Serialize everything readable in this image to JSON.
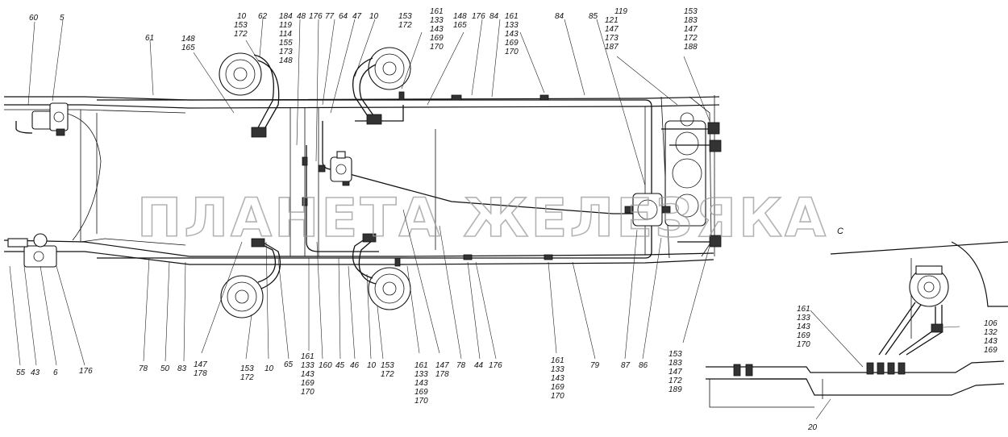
{
  "watermark": "ПЛАНЕТА ЖЕЛЕЗЯКА",
  "view_letter": "С",
  "labels_top": [
    {
      "id": "t60",
      "text": "60"
    },
    {
      "id": "t5",
      "text": "5"
    },
    {
      "id": "t61",
      "text": "61"
    },
    {
      "id": "t148a",
      "lines": [
        "148",
        "165"
      ]
    },
    {
      "id": "t10a",
      "lines": [
        "10",
        "153",
        "172"
      ]
    },
    {
      "id": "t62",
      "text": "62"
    },
    {
      "id": "t184",
      "lines": [
        "184",
        "119",
        "114",
        "155",
        "173",
        "148"
      ]
    },
    {
      "id": "t48",
      "text": "48"
    },
    {
      "id": "t176a",
      "text": "176"
    },
    {
      "id": "t77",
      "text": "77"
    },
    {
      "id": "t64",
      "text": "64"
    },
    {
      "id": "t47",
      "text": "47"
    },
    {
      "id": "t10b",
      "text": "10"
    },
    {
      "id": "t153a",
      "lines": [
        "153",
        "172"
      ]
    },
    {
      "id": "t161a",
      "lines": [
        "161",
        "133",
        "143",
        "169",
        "170"
      ]
    },
    {
      "id": "t148b",
      "lines": [
        "148",
        "165"
      ]
    },
    {
      "id": "t176b",
      "text": "176"
    },
    {
      "id": "t84a",
      "text": "84"
    },
    {
      "id": "t161b",
      "lines": [
        "161",
        "133",
        "143",
        "169",
        "170"
      ]
    },
    {
      "id": "t84b",
      "text": "84"
    },
    {
      "id": "t85",
      "text": "85"
    },
    {
      "id": "t119",
      "lines": [
        "119",
        "121",
        "147",
        "173",
        "187"
      ]
    },
    {
      "id": "t153b",
      "lines": [
        "153",
        "183",
        "147",
        "172",
        "188"
      ]
    }
  ],
  "labels_bottom": [
    {
      "id": "b55",
      "text": "55"
    },
    {
      "id": "b43",
      "text": "43"
    },
    {
      "id": "b6",
      "text": "6"
    },
    {
      "id": "b176a",
      "text": "176"
    },
    {
      "id": "b78a",
      "text": "78"
    },
    {
      "id": "b50",
      "text": "50"
    },
    {
      "id": "b83",
      "text": "83"
    },
    {
      "id": "b147a",
      "lines": [
        "147",
        "178"
      ]
    },
    {
      "id": "b153a",
      "lines": [
        "153",
        "172"
      ]
    },
    {
      "id": "b10a",
      "text": "10"
    },
    {
      "id": "b65",
      "text": "65"
    },
    {
      "id": "b161a",
      "lines": [
        "161",
        "133",
        "143",
        "169",
        "170"
      ]
    },
    {
      "id": "b160",
      "text": "160"
    },
    {
      "id": "b45",
      "text": "45"
    },
    {
      "id": "b46",
      "text": "46"
    },
    {
      "id": "b10b",
      "text": "10"
    },
    {
      "id": "b153b",
      "lines": [
        "153",
        "172"
      ]
    },
    {
      "id": "b161b",
      "lines": [
        "161",
        "133",
        "143",
        "169",
        "170"
      ]
    },
    {
      "id": "b147b",
      "lines": [
        "147",
        "178"
      ]
    },
    {
      "id": "b78b",
      "text": "78"
    },
    {
      "id": "b44",
      "text": "44"
    },
    {
      "id": "b176b",
      "text": "176"
    },
    {
      "id": "b161c",
      "lines": [
        "161",
        "133",
        "143",
        "169",
        "170"
      ]
    },
    {
      "id": "b79",
      "text": "79"
    },
    {
      "id": "b87",
      "text": "87"
    },
    {
      "id": "b86",
      "text": "86"
    },
    {
      "id": "b153c",
      "lines": [
        "153",
        "183",
        "147",
        "172",
        "189"
      ]
    }
  ],
  "labels_inset": [
    {
      "id": "i161",
      "lines": [
        "161",
        "133",
        "143",
        "169",
        "170"
      ]
    },
    {
      "id": "i106",
      "lines": [
        "106",
        "132",
        "143",
        "169"
      ]
    },
    {
      "id": "i20",
      "text": "20"
    }
  ]
}
